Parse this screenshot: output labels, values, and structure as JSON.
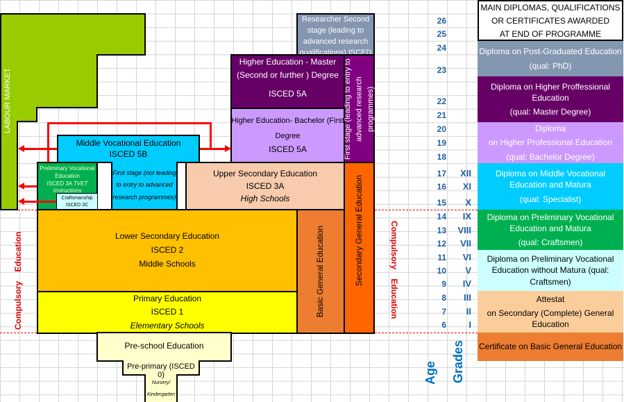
{
  "labour_market": "LABOUR MARKET",
  "boxes": {
    "researcher": "Researcher Second stage (leading to advanced research qualifications) ISCED",
    "master": [
      "Higher Education - Master",
      "(Second or further ) Degree",
      "ISCED 5A"
    ],
    "bachelor": [
      "Higher Education- Bachelor (First",
      "Degree",
      "ISCED 5A"
    ],
    "first_stage": "First stage (leading to entry to advanced research programmes)",
    "middle_voc": [
      "Middle Vocational Education",
      "ISCED 5B"
    ],
    "middle_voc_first": "First stage (not leading to entry to advanced research programmes)",
    "prelim_voc": [
      "Preliminary Vocational Education",
      "ISCED 3A",
      "TVET Instructions"
    ],
    "craft": [
      "Craftsmanship",
      "ISCED 3C"
    ],
    "upper_sec": [
      "Upper Secondary Education",
      "ISCED 3A",
      "High Schools"
    ],
    "lower_sec": [
      "Lower Secondary Education",
      "ISCED 2",
      "Middle Schools"
    ],
    "primary": [
      "Primary Education",
      "ISCED 1",
      "Elementary Schools"
    ],
    "basic_general": "Basic General Education",
    "secondary_general": "Secondary General Education",
    "preschool": "Pre-school Education",
    "preprimary": "Pre-primary (ISCED 0)",
    "nursery": [
      "Nursery/",
      "Kindergarten"
    ]
  },
  "compulsory": [
    "Compulsory",
    "Education"
  ],
  "header": [
    "MAIN DIPLOMAS,  QUALIFICATIONS",
    "OR CERTIFICATES AWARDED",
    "AT END OF PROGRAMME"
  ],
  "ages": [
    "26",
    "25",
    "24",
    "23",
    "22",
    "21",
    "20",
    "19",
    "18",
    "17",
    "16",
    "15",
    "14",
    "13",
    "12",
    "11",
    "10",
    "9",
    "8",
    "7",
    "6"
  ],
  "grades": [
    "XII",
    "XI",
    "X",
    "IX",
    "VIII",
    "VII",
    "VI",
    "V",
    "IV",
    "III",
    "II",
    "I"
  ],
  "age_label": "Age",
  "grades_label": "Grades",
  "diplomas": [
    {
      "lines": [
        "Diploma on Post-Graduated Education",
        "(qual: PhD)"
      ],
      "color": "#8497b0"
    },
    {
      "lines": [
        "Diploma on Higher Proffessional Education",
        "(qual: Master Degree)"
      ],
      "color": "#660066"
    },
    {
      "lines": [
        "Diploma",
        "on Higher Professional Education",
        "(qual: Bachelor Degree)"
      ],
      "color": "#cc99ff"
    },
    {
      "lines": [
        "Diploma on Middle Vocational Education and Matura",
        "(qual: Specialist)"
      ],
      "color": "#00ccff"
    },
    {
      "lines": [
        "Diploma on Preliminary Vocational Education and Matura",
        "(qual: Craftsmen)"
      ],
      "color": "#00b050"
    },
    {
      "lines": [
        "Diploma on Preliminary Vocational Education without Matura  (qual: Craftsmen)"
      ],
      "color": "#ccffff"
    },
    {
      "lines": [
        "Attestat",
        "on Secondary (Complete) General Education"
      ],
      "color": "#fbcd9b"
    },
    {
      "lines": [
        "Certificate on Basic General Education"
      ],
      "color": "#ed7d31"
    }
  ]
}
